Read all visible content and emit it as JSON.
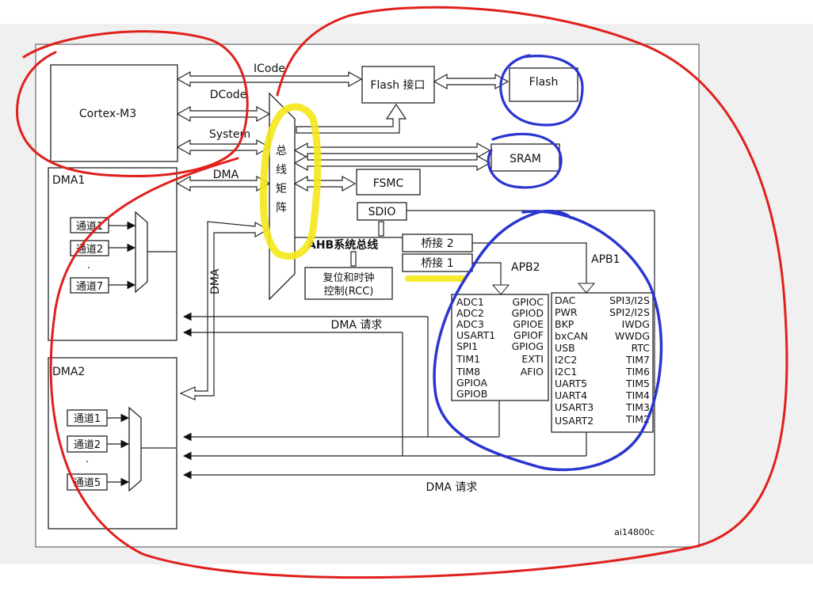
{
  "diagram": {
    "bus_labels": {
      "icode": "ICode",
      "dcode": "DCode",
      "system": "System",
      "dma": "DMA",
      "dma_vertical": "DMA",
      "ahb": "AHB系统总线",
      "apb2": "APB2",
      "apb1": "APB1",
      "dma_request_1": "DMA 请求",
      "dma_request_2": "DMA 请求"
    },
    "blocks": {
      "cortex": "Cortex-M3",
      "flash_interface": "Flash 接口",
      "flash": "Flash",
      "sram": "SRAM",
      "fsmc": "FSMC",
      "sdio": "SDIO",
      "bus_matrix": "总线矩阵",
      "bridge2": "桥接 2",
      "bridge1": "桥接 1",
      "rcc_line1": "复位和时钟",
      "rcc_line2": "控制(RCC)",
      "dma1": "DMA1",
      "dma2": "DMA2"
    },
    "dma1_channels": [
      "通道1",
      "通道2",
      "通道7"
    ],
    "dma2_channels": [
      "通道1",
      "通道2",
      "通道5"
    ],
    "apb2_left": [
      "ADC1",
      "ADC2",
      "ADC3",
      "USART1",
      "SPI1",
      "TIM1",
      "TIM8",
      "GPIOA",
      "GPIOB"
    ],
    "apb2_right": [
      "GPIOC",
      "GPIOD",
      "GPIOE",
      "GPIOF",
      "GPIOG",
      "EXTI",
      "AFIO"
    ],
    "apb1_left": [
      "DAC",
      "PWR",
      "BKP",
      "bxCAN",
      "USB",
      "I2C2",
      "I2C1",
      "UART5",
      "UART4",
      "USART3",
      "USART2"
    ],
    "apb1_right": [
      "SPI3/I2S",
      "SPI2/I2S",
      "IWDG",
      "WWDG",
      "RTC",
      "TIM7",
      "TIM6",
      "TIM5",
      "TIM4",
      "TIM3",
      "TIM2"
    ],
    "figure_id": "ai14800c"
  },
  "colors": {
    "annotation_red": "#e0201c",
    "annotation_blue": "#2a35d0",
    "annotation_yellow": "#f4e81a",
    "frame_bg": "#f0f0f0"
  }
}
